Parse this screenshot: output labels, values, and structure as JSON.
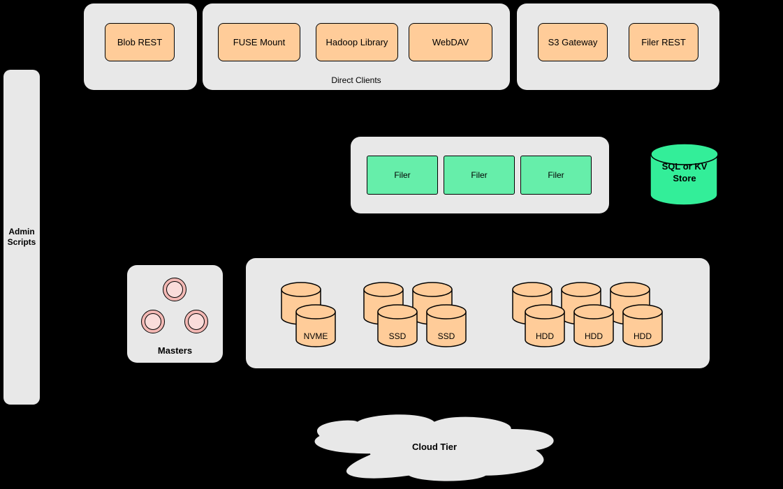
{
  "colors": {
    "background": "#000000",
    "panel": "#e8e8e8",
    "node-orange": "#ffcc99",
    "node-green": "#66eeaa",
    "store-green": "#33ee99",
    "master-pink": "#f3b8b4",
    "master-pink-inner": "#fadcda",
    "stroke": "#000000"
  },
  "top_row": {
    "blob_group": {
      "blob_rest": "Blob REST"
    },
    "direct_clients_group": {
      "caption": "Direct Clients",
      "fuse_mount": "FUSE Mount",
      "hadoop_library": "Hadoop Library",
      "webdav": "WebDAV"
    },
    "gateway_group": {
      "s3_gateway": "S3 Gateway",
      "filer_rest": "Filer REST"
    }
  },
  "admin_bar": {
    "label": "Admin Scripts"
  },
  "filer_tier": {
    "filers": [
      "Filer",
      "Filer",
      "Filer"
    ]
  },
  "metadata_store": {
    "label": "SQL or KV Store"
  },
  "masters_group": {
    "label": "Masters"
  },
  "volume_tier": {
    "nvme": "NVME",
    "ssd": [
      "SSD",
      "SSD"
    ],
    "hdd": [
      "HDD",
      "HDD",
      "HDD"
    ]
  },
  "cloud_tier": {
    "label": "Cloud Tier"
  }
}
